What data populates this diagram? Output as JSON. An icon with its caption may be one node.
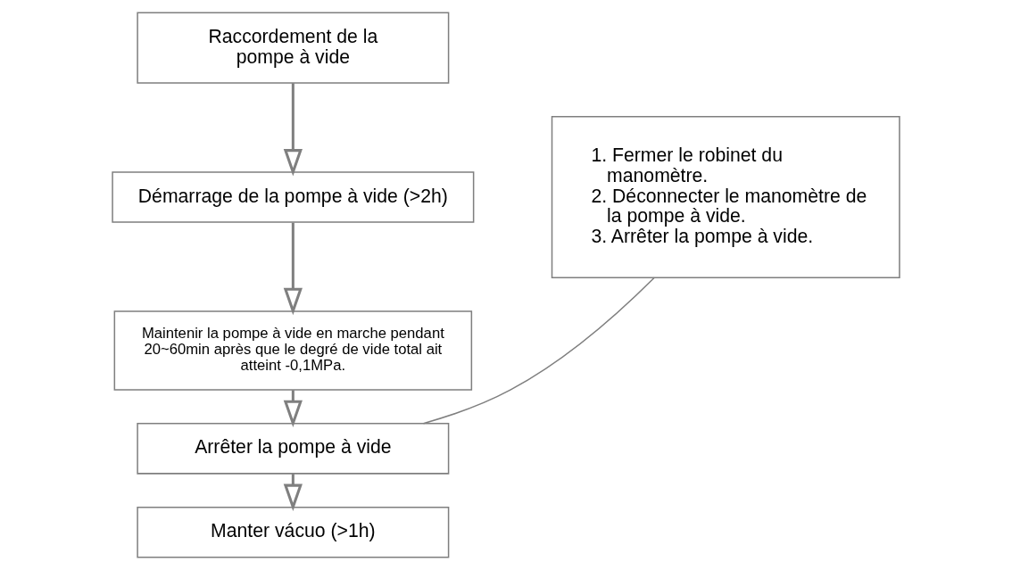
{
  "diagram": {
    "nodes": [
      {
        "text": [
          "Raccordement de la pompe à vide"
        ]
      },
      {
        "text": [
          "Démarrage de la pompe à vide (>2h)"
        ]
      },
      {
        "text": [
          "Maintenir la pompe à vide en marche pendant 20~60min après que le degré de vide total ait atteint -0,1MPa."
        ]
      },
      {
        "text": [
          "Arrêter la pompe à vide"
        ]
      },
      {
        "text": [
          "Manter vácuo (>1h)"
        ]
      },
      {
        "text": [
          "1. Fermer le robinet du manomètre.",
          "2. Déconnecter le manomètre de la pompe à vide.",
          "3. Arrêter la pompe à vide."
        ]
      }
    ],
    "edges": [
      {
        "from": 0,
        "to": 1,
        "arrow": "to"
      },
      {
        "from": 1,
        "to": 2,
        "arrow": "to"
      },
      {
        "from": 2,
        "to": 3,
        "arrow": "to"
      },
      {
        "from": 3,
        "to": 4,
        "arrow": "to"
      },
      {
        "from": 5,
        "to": 3,
        "arrow": "none"
      }
    ]
  }
}
